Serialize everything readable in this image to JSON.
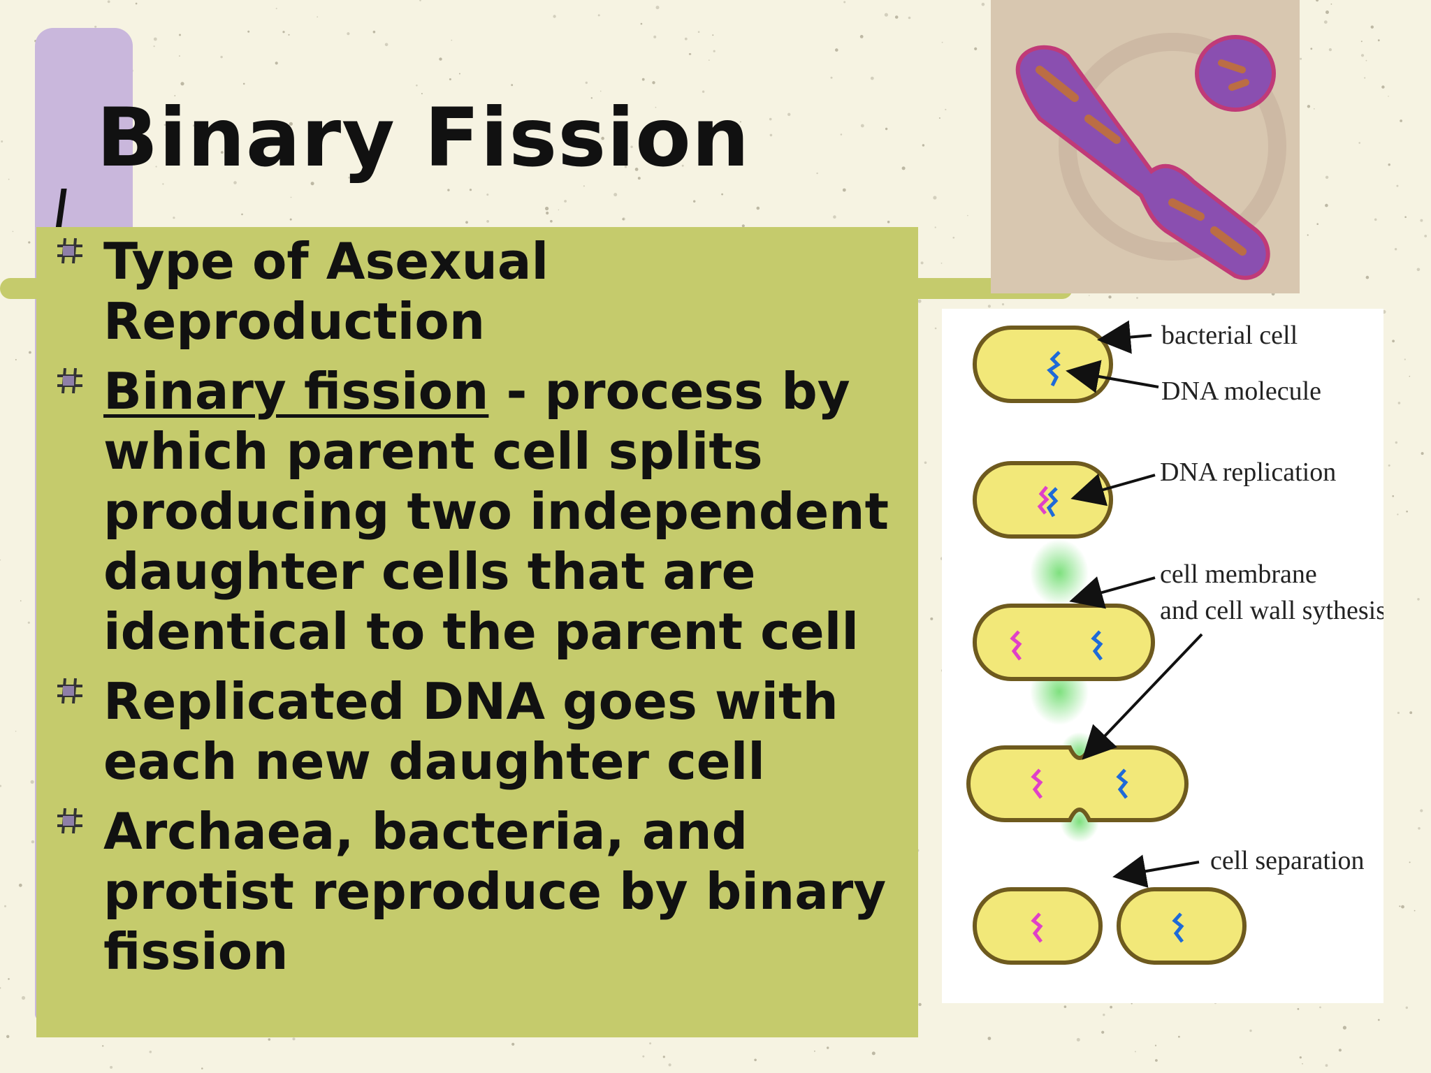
{
  "slide": {
    "title": "Binary Fission",
    "bullets": [
      {
        "parts": [
          {
            "text": "Type of Asexual Reproduction",
            "underline": false
          }
        ]
      },
      {
        "parts": [
          {
            "text": "Binary fission",
            "underline": true
          },
          {
            "text": " - process by which parent cell splits producing two independent daughter cells that are identical to the parent cell",
            "underline": false
          }
        ]
      },
      {
        "parts": [
          {
            "text": "Replicated DNA goes with each new daughter cell",
            "underline": false
          }
        ]
      },
      {
        "parts": [
          {
            "text": "Archaea, bacteria, and protist reproduce by binary fission",
            "underline": false
          }
        ]
      }
    ],
    "bullet_icon": "hash-bullet-icon"
  },
  "diagram": {
    "labels": {
      "bacterial_cell": "bacterial cell",
      "dna_molecule": "DNA molecule",
      "dna_replication": "DNA replication",
      "membrane_line1": "cell membrane",
      "membrane_line2": "and cell wall sythesis",
      "cell_separation": "cell separation"
    }
  },
  "colors": {
    "background": "#f6f3e2",
    "panel": "#c5cb6c",
    "accent_bar": "#c9b7dc",
    "cell_fill": "#f2e879",
    "cell_outline": "#6e5a1e",
    "dna_blue": "#1e6ad8",
    "dna_pink": "#e040c8",
    "synthesis_green": "#7ee07e",
    "bacterium": "#8a4fb0"
  }
}
